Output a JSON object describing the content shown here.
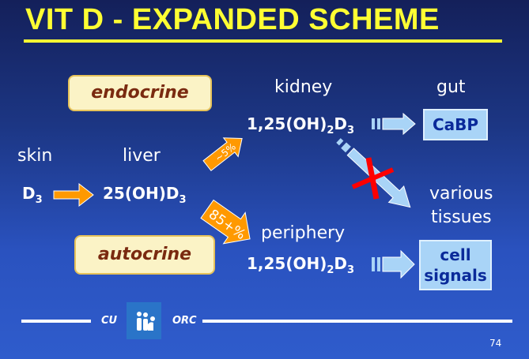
{
  "title": "VIT D - EXPANDED SCHEME",
  "labels": {
    "endocrine": "endocrine",
    "autocrine": "autocrine",
    "skin": "skin",
    "liver": "liver",
    "kidney": "kidney",
    "gut": "gut",
    "periphery": "periphery",
    "various_tissues_1": "various",
    "various_tissues_2": "tissues"
  },
  "chem": {
    "d3_base": "D",
    "d3_sub": "3",
    "liver_product": "25(OH)D",
    "liver_sub": "3",
    "kidney_product_a": "1,25(OH)",
    "kidney_sub2": "2",
    "kidney_product_b": "D",
    "kidney_sub3": "3"
  },
  "arrows": {
    "to_kidney": "~5%",
    "to_periphery": "85+%"
  },
  "targets": {
    "cabp": "CaBP",
    "cell_signals_1": "cell",
    "cell_signals_2": "signals"
  },
  "footer": {
    "left": "CU",
    "right": "ORC",
    "page": "74"
  },
  "colors": {
    "title": "#ffff33",
    "orange": "#ff9900",
    "light_blue": "#a9d4f7",
    "block": "#ff0000"
  }
}
